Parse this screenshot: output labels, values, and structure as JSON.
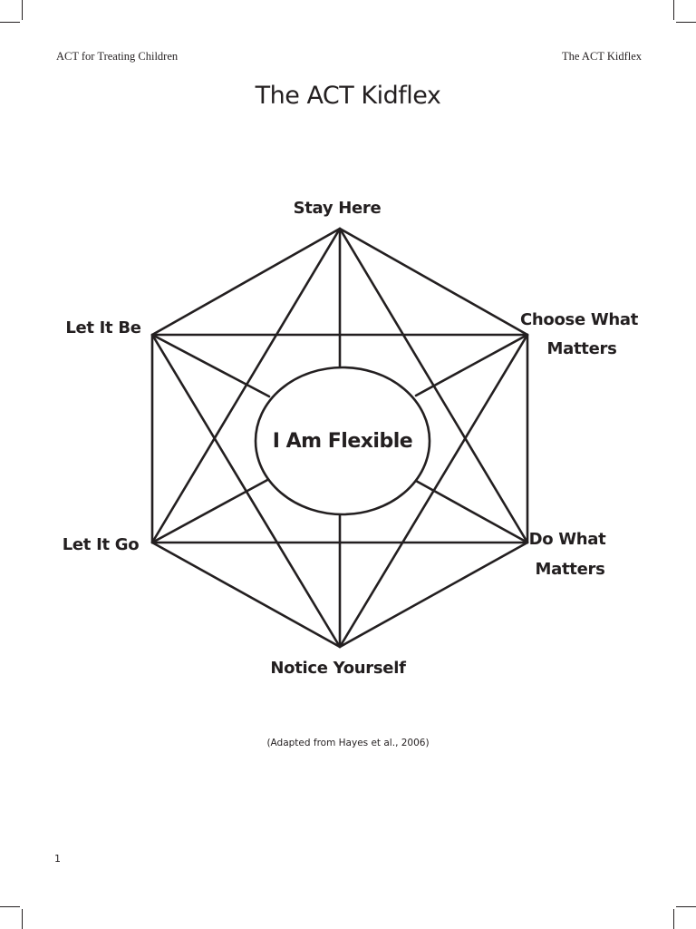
{
  "header": {
    "left": "ACT for Treating Children",
    "right": "The ACT Kidflex"
  },
  "title": "The ACT Kidflex",
  "diagram": {
    "center": "I Am Flexible",
    "nodes": {
      "top": [
        "Stay Here"
      ],
      "upper_right": [
        "Choose What",
        "Matters"
      ],
      "lower_right": [
        "Do What",
        "Matters"
      ],
      "bottom": [
        "Notice Yourself"
      ],
      "lower_left": [
        "Let It Go"
      ],
      "upper_left": [
        "Let It Be"
      ]
    }
  },
  "caption": "(Adapted from Hayes et al., 2006)",
  "page_number": "1"
}
